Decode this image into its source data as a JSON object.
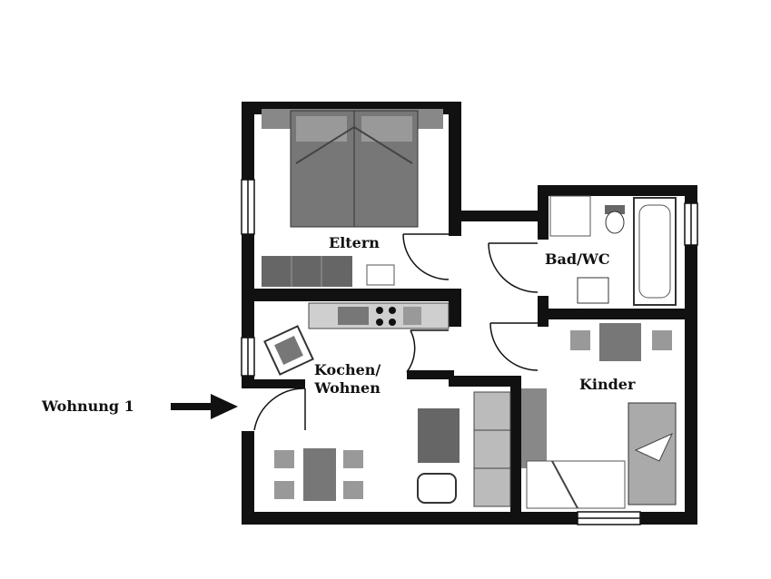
{
  "rooms": {
    "eltern": "Eltern",
    "bad_wc": "Bad/WC",
    "kochen_line1": "Kochen/",
    "kochen_line2": "Wohnen",
    "kinder": "Kinder"
  },
  "entry": {
    "label": "Wohnung 1"
  },
  "colors": {
    "wall": "#111111",
    "furniture_dark": "#555555",
    "furniture_mid": "#888888",
    "furniture_light": "#cfcfcf",
    "background": "#ffffff"
  }
}
